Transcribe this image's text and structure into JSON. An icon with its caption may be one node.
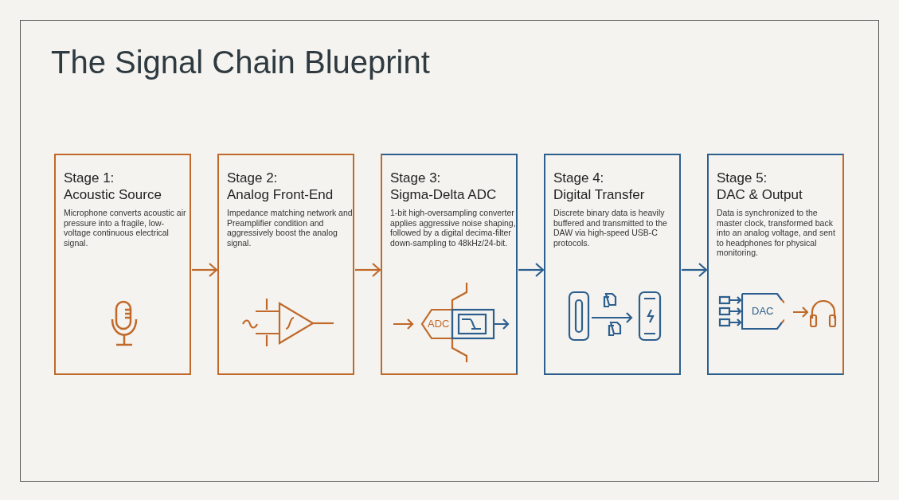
{
  "diagram": {
    "title": "The Signal Chain Blueprint",
    "nodes": [
      {
        "text": [
          "Stage 1:",
          "Acoustic Source",
          "Microphone converts acoustic air pressure into a fragile, low-voltage continuous electrical signal."
        ]
      },
      {
        "text": [
          "Stage 2:",
          "Analog Front-End",
          "Impedance matching network and Preamplifier condition and aggressively boost the analog signal."
        ]
      },
      {
        "text": [
          "Stage 3:",
          "Sigma-Delta ADC",
          "1-bit high-oversampling converter applies aggressive noise shaping, followed by a digital decima-filter down-sampling to 48kHz/24-bit."
        ]
      },
      {
        "text": [
          "Stage 4:",
          "Digital Transfer",
          "Discrete binary data is heavily buffered and transmitted to the DAW via high-speed USB-C protocols."
        ]
      },
      {
        "text": [
          "Stage 5:",
          "DAC & Output",
          "Data is synchronized to the master clock, transformed back into an analog voltage, and sent to headphones for physical monitoring."
        ]
      }
    ],
    "edges": [
      {
        "from": 0,
        "to": 1,
        "arrow": "to",
        "color": "#c0692a"
      },
      {
        "from": 1,
        "to": 2,
        "arrow": "to",
        "color": "#c0692a"
      },
      {
        "from": 2,
        "to": 3,
        "arrow": "to",
        "color": "#2d5f8e"
      },
      {
        "from": 3,
        "to": 4,
        "arrow": "to",
        "color": "#2d5f8e"
      }
    ],
    "labels": [
      "ADC",
      "DAC"
    ]
  }
}
